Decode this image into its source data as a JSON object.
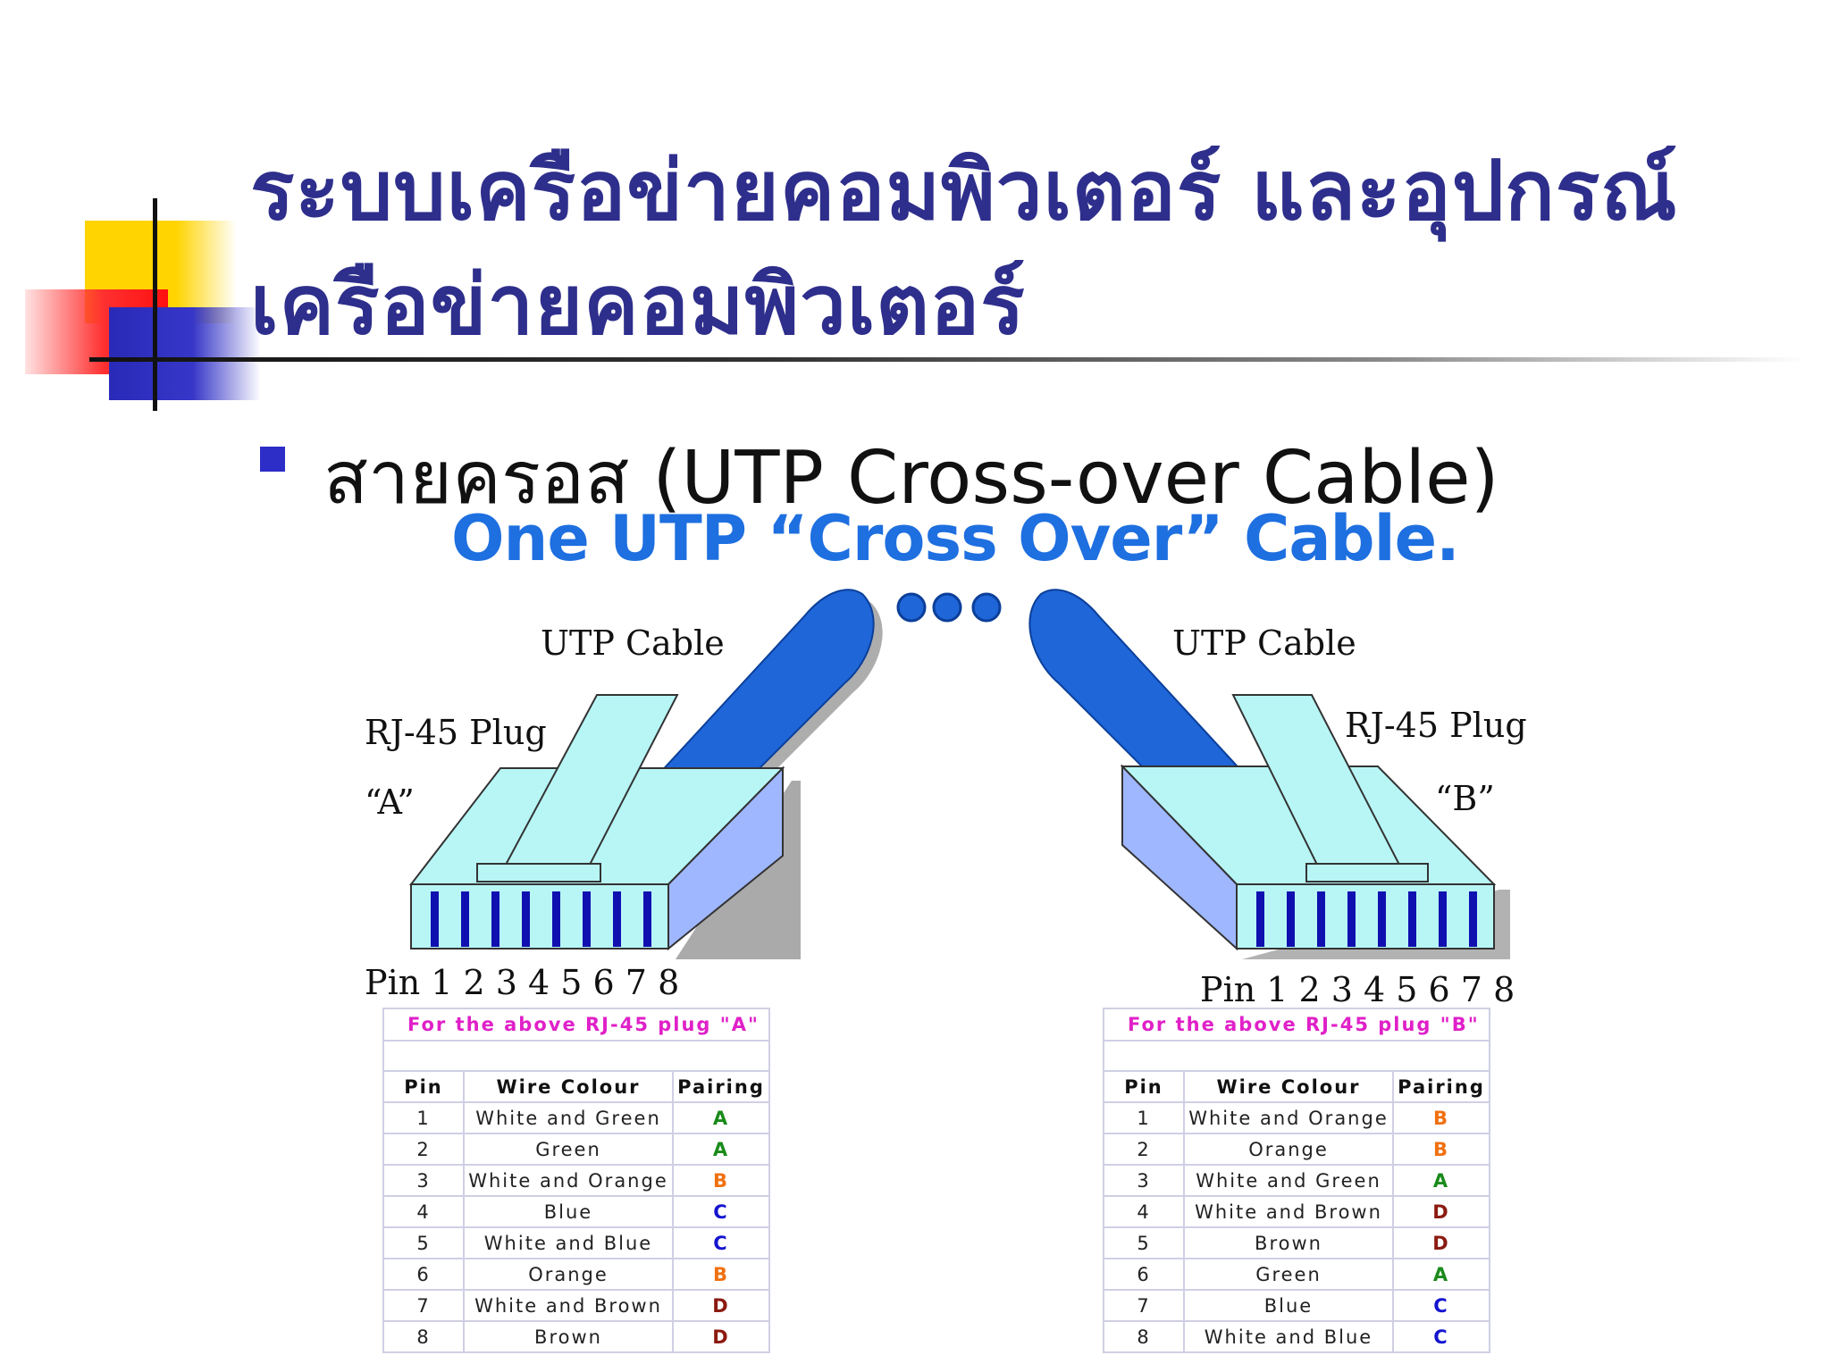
{
  "slide": {
    "title_line1": "ระบบเครือข่ายคอมพิวเตอร์ และอุปกรณ์",
    "title_line2": "เครือข่ายคอมพิวเตอร์",
    "bullet": "สายครอส (UTP Cross-over Cable)"
  },
  "diagram": {
    "heading": "One UTP “Cross Over” Cable.",
    "left": {
      "cable_label": "UTP Cable",
      "plug_label": "RJ-45 Plug",
      "plug_id": "“A”",
      "pin_label": "Pin 1 2 3 4 5 6 7 8"
    },
    "right": {
      "cable_label": "UTP Cable",
      "plug_label": "RJ-45 Plug",
      "plug_id": "“B”",
      "pin_label": "Pin 1 2 3 4 5 6 7 8"
    }
  },
  "colors": {
    "title": "#2e2e8c",
    "heading": "#1e6fe0",
    "cable": "#1f66d8",
    "plug": "#b8f6f6",
    "pins": "#1010b0",
    "caption": "#e020c8",
    "pair_A": "#1a8a1a",
    "pair_B": "#f07010",
    "pair_C": "#1414d0",
    "pair_D": "#8b1a10"
  },
  "tables": {
    "headers": {
      "pin": "Pin",
      "colour": "Wire Colour",
      "pairing": "Pairing"
    },
    "a": {
      "caption": "For the above RJ-45 plug \"A\"",
      "rows": [
        {
          "pin": "1",
          "colour": "White and Green",
          "pair": "A"
        },
        {
          "pin": "2",
          "colour": "Green",
          "pair": "A"
        },
        {
          "pin": "3",
          "colour": "White and Orange",
          "pair": "B"
        },
        {
          "pin": "4",
          "colour": "Blue",
          "pair": "C"
        },
        {
          "pin": "5",
          "colour": "White and Blue",
          "pair": "C"
        },
        {
          "pin": "6",
          "colour": "Orange",
          "pair": "B"
        },
        {
          "pin": "7",
          "colour": "White and Brown",
          "pair": "D"
        },
        {
          "pin": "8",
          "colour": "Brown",
          "pair": "D"
        }
      ]
    },
    "b": {
      "caption": "For the above RJ-45 plug \"B\"",
      "rows": [
        {
          "pin": "1",
          "colour": "White and Orange",
          "pair": "B"
        },
        {
          "pin": "2",
          "colour": "Orange",
          "pair": "B"
        },
        {
          "pin": "3",
          "colour": "White and Green",
          "pair": "A"
        },
        {
          "pin": "4",
          "colour": "White and Brown",
          "pair": "D"
        },
        {
          "pin": "5",
          "colour": "Brown",
          "pair": "D"
        },
        {
          "pin": "6",
          "colour": "Green",
          "pair": "A"
        },
        {
          "pin": "7",
          "colour": "Blue",
          "pair": "C"
        },
        {
          "pin": "8",
          "colour": "White and Blue",
          "pair": "C"
        }
      ]
    }
  }
}
